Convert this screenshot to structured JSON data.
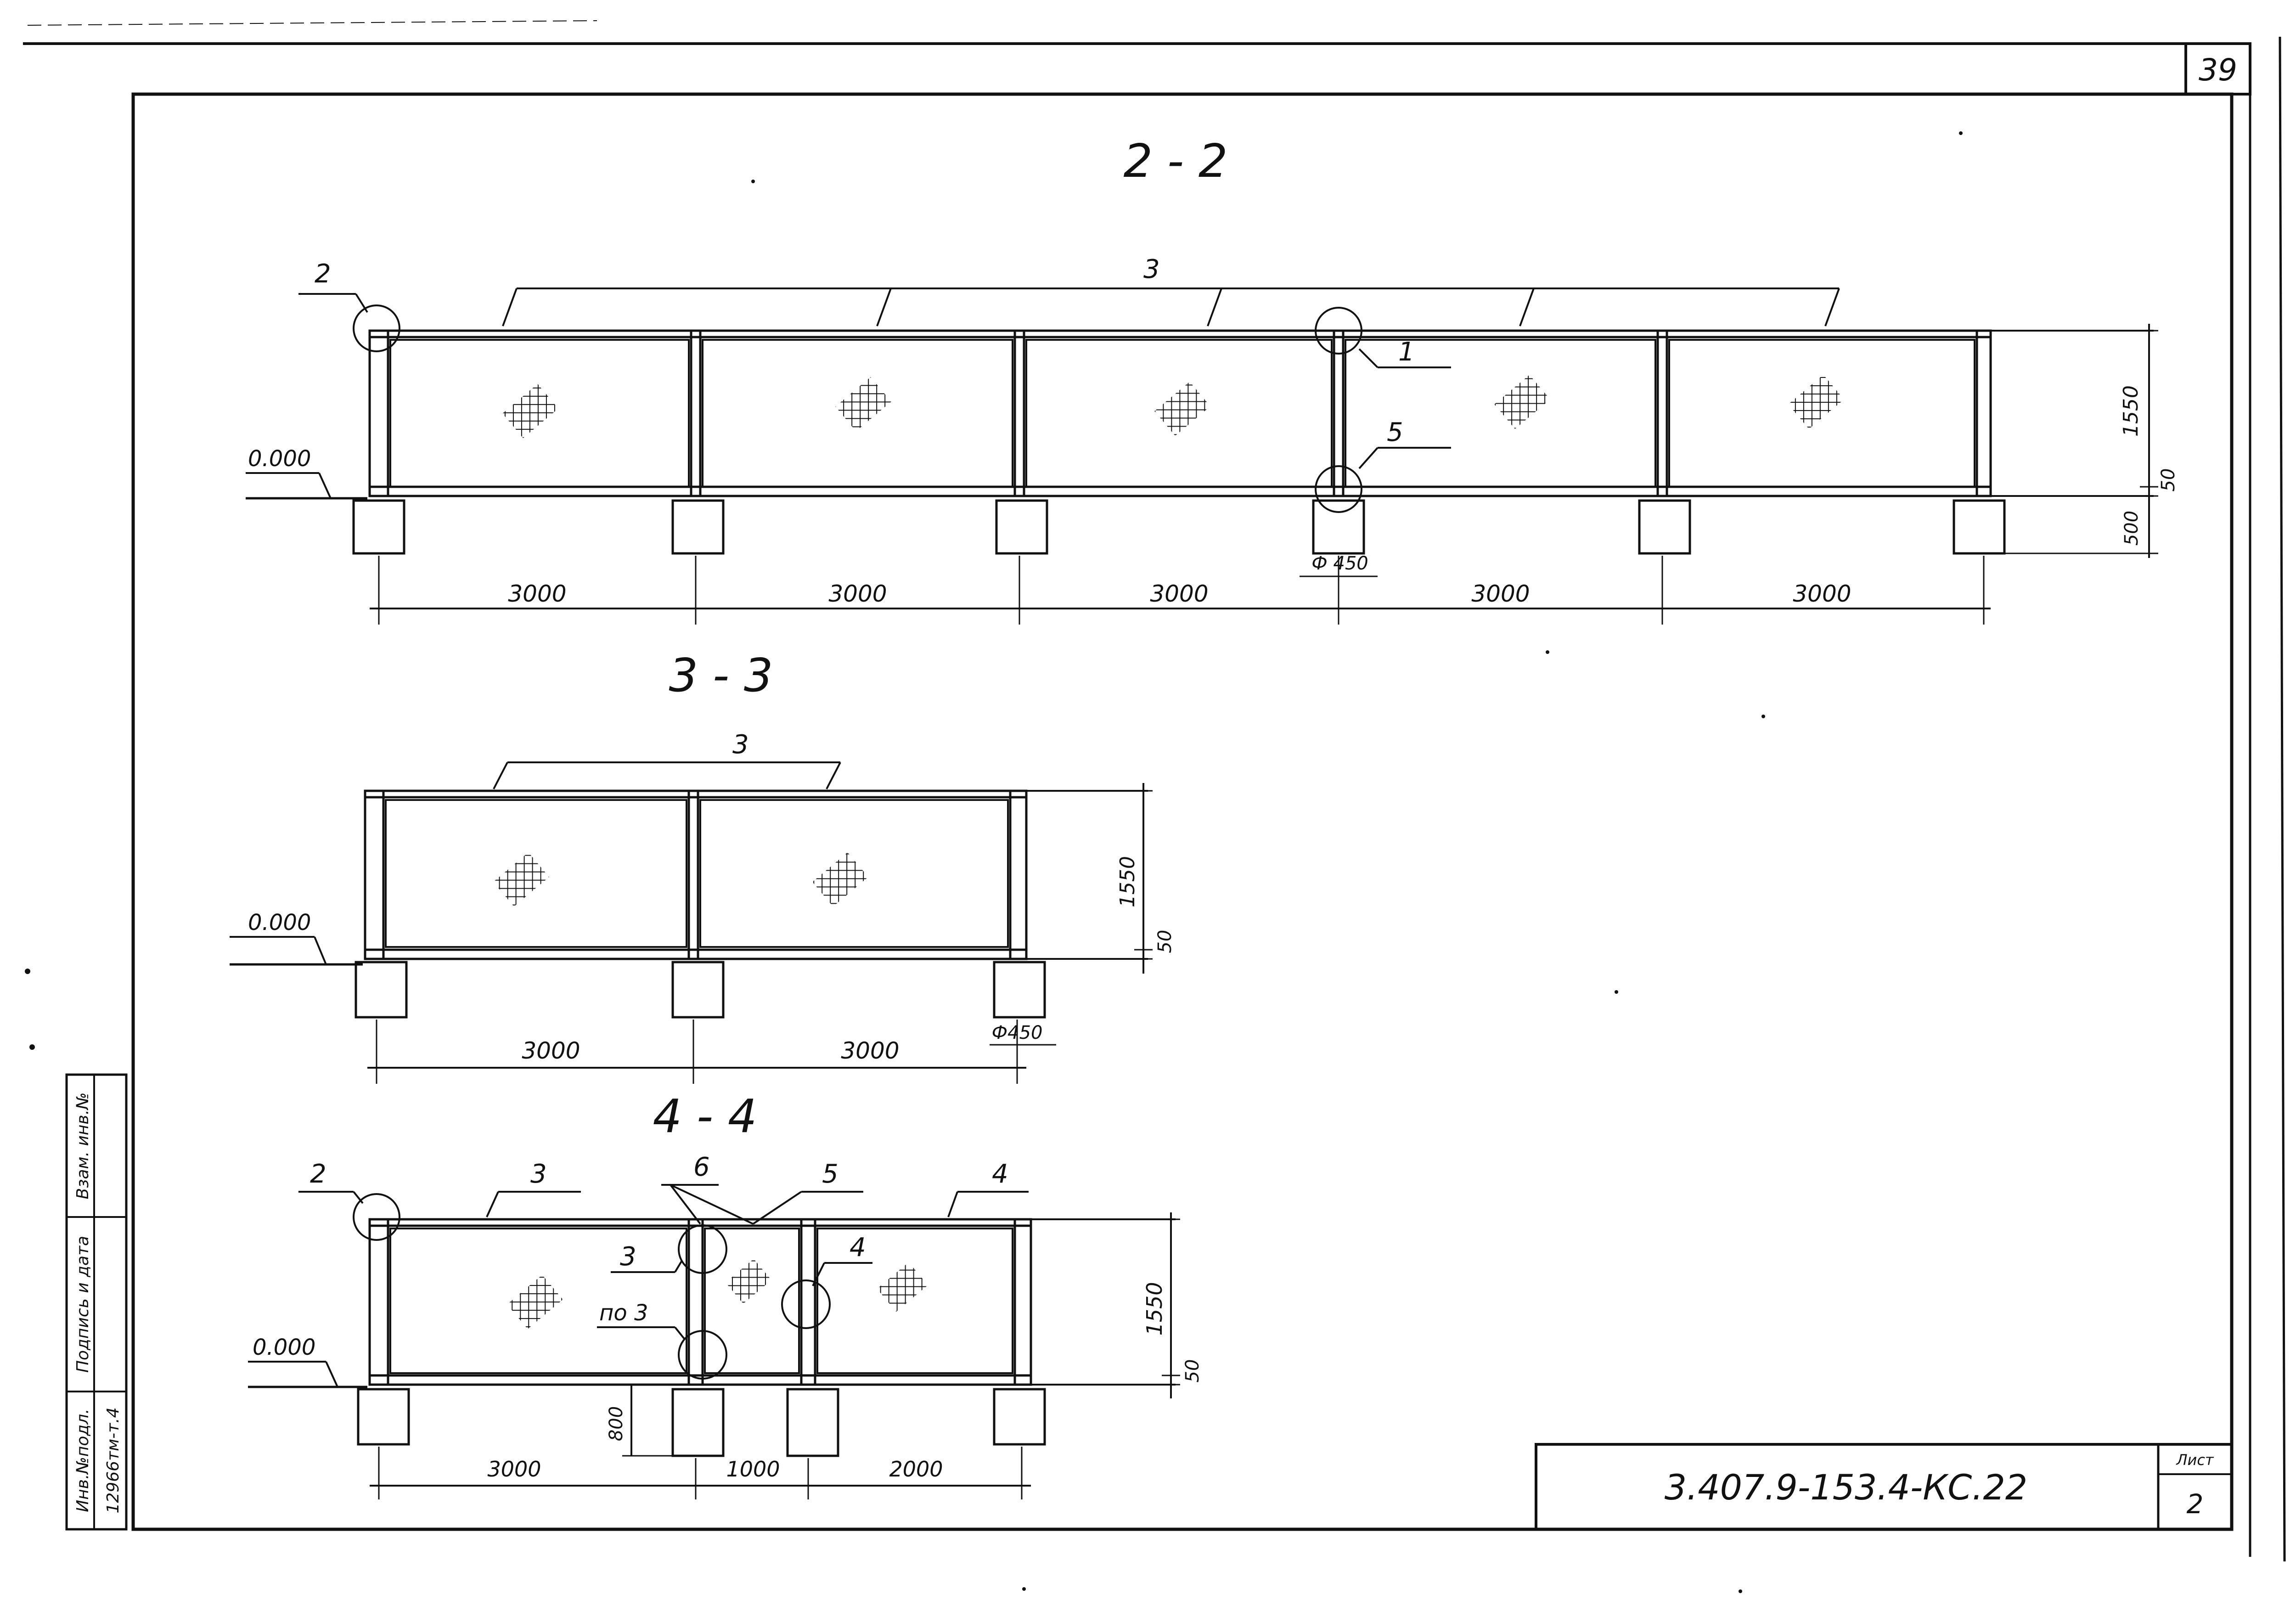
{
  "sheet_number": "39",
  "document_code": "3.407.9-153.4-КС.22",
  "sheet_label": "Лист",
  "sheet_index": "2",
  "stamp": {
    "inv_podl": "Инв.№подл.",
    "inv_value": "12966тм-т.4",
    "podpis": "Подпись и дата",
    "vzam": "Взам. инв.№"
  },
  "colors": {
    "ink": "#111111",
    "paper": "#ffffff"
  },
  "sections": [
    {
      "title": "2 - 2",
      "level_label": "0.000",
      "spans": [
        "3000",
        "3000",
        "3000",
        "3000",
        "3000"
      ],
      "post_diameter": "Ф 450",
      "height": "1550",
      "gap": "50",
      "depth": "500",
      "callouts": [
        "1",
        "2",
        "3",
        "5"
      ]
    },
    {
      "title": "3 - 3",
      "level_label": "0.000",
      "spans": [
        "3000",
        "3000"
      ],
      "post_diameter": "Ф450",
      "height": "1550",
      "gap": "50",
      "callouts": [
        "3"
      ]
    },
    {
      "title": "4 - 4",
      "level_label": "0.000",
      "spans": [
        "3000",
        "1000",
        "2000"
      ],
      "height": "1550",
      "gap": "50",
      "offset": "800",
      "callouts": [
        "2",
        "3",
        "6",
        "5",
        "4",
        "3",
        "по 3",
        "4"
      ]
    }
  ]
}
